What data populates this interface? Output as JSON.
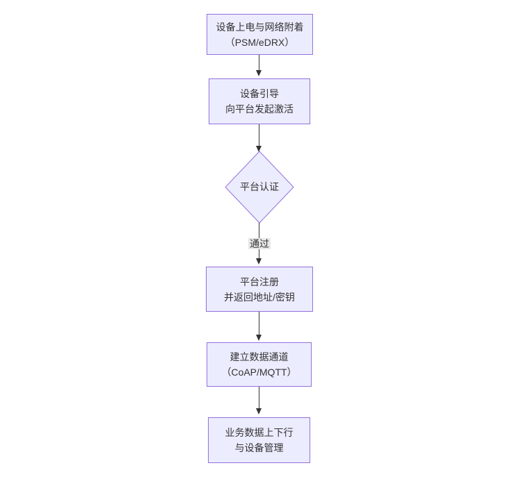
{
  "diagram": {
    "type": "flowchart",
    "direction": "top-down",
    "colors": {
      "background": "#ffffff",
      "node_fill": "#ECECFF",
      "node_border": "#9370DB",
      "text": "#333333",
      "edge_line": "#333333",
      "edge_label_bg": "#e8e8e8"
    },
    "nodes": [
      {
        "id": "power-attach",
        "shape": "rect",
        "lines": [
          "设备上电与网络附着",
          "（PSM/eDRX）"
        ]
      },
      {
        "id": "bootstrap",
        "shape": "rect",
        "lines": [
          "设备引导",
          "向平台发起激活"
        ]
      },
      {
        "id": "platform-auth",
        "shape": "diamond",
        "lines": [
          "平台认证"
        ]
      },
      {
        "id": "platform-register",
        "shape": "rect",
        "lines": [
          "平台注册",
          "并返回地址/密钥"
        ]
      },
      {
        "id": "data-channel",
        "shape": "rect",
        "lines": [
          "建立数据通道",
          "（CoAP/MQTT）"
        ]
      },
      {
        "id": "business-data",
        "shape": "rect",
        "lines": [
          "业务数据上下行",
          "与设备管理"
        ]
      }
    ],
    "edges": [
      {
        "from": "power-attach",
        "to": "bootstrap",
        "label": ""
      },
      {
        "from": "bootstrap",
        "to": "platform-auth",
        "label": ""
      },
      {
        "from": "platform-auth",
        "to": "platform-register",
        "label": "通过"
      },
      {
        "from": "platform-register",
        "to": "data-channel",
        "label": ""
      },
      {
        "from": "data-channel",
        "to": "business-data",
        "label": ""
      }
    ]
  }
}
